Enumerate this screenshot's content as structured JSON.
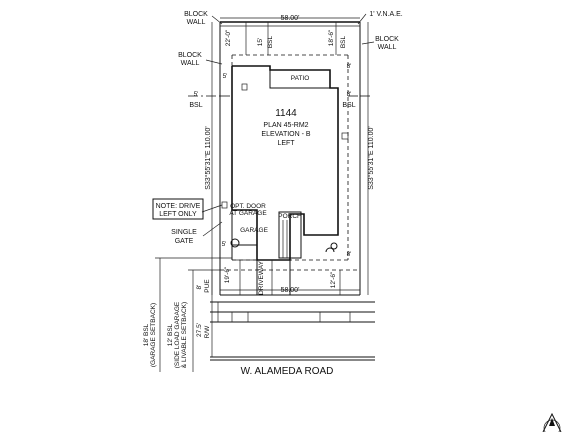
{
  "lot": {
    "number": "1144",
    "plan": "PLAN 45-RM2",
    "elevation": "ELEVATION - B",
    "orientation": "LEFT"
  },
  "labels": {
    "block_wall": "BLOCK",
    "block_wall_2": "WALL",
    "vnae": "1' V.N.A.E.",
    "front_width": "58.00'",
    "rear_width": "58.00'",
    "bsl": "BSL",
    "rear_bsl_1": "22'-0\"",
    "rear_bsl_2": "15'",
    "rear_bsl_3": "18'-6\"",
    "side_5": "5'",
    "side_8": "8'",
    "patio": "PATIO",
    "bearing_left": "S33°55'31\"E 110.00'",
    "bearing_right": "S33°55'31\"E 110.00'",
    "note_1": "NOTE: DRIVE",
    "note_2": "LEFT ONLY",
    "opt_door_1": "OPT. DOOR",
    "opt_door_2": "AT GARAGE",
    "garage": "GARAGE",
    "porch": "PORCH",
    "single_gate_1": "SINGLE",
    "single_gate_2": "GATE",
    "front_5": "5'",
    "front_8": "8'",
    "dim_19_6": "19'-6\"",
    "dim_12_6": "12'-6\"",
    "driveway": "DRIVEWAY",
    "pue": "PUE",
    "dim_8": "8'",
    "dim_27_5": "27.5'",
    "rw": "R/W",
    "dim_18_bsl": "18' BSL",
    "garage_setback": "(GARAGE SETBACK)",
    "dim_12_bsl": "12' BSL",
    "side_load": "(SIDE LOAD GARAGE",
    "livable": "& LIVABLE SETBACK)",
    "road": "W. ALAMEDA ROAD"
  }
}
